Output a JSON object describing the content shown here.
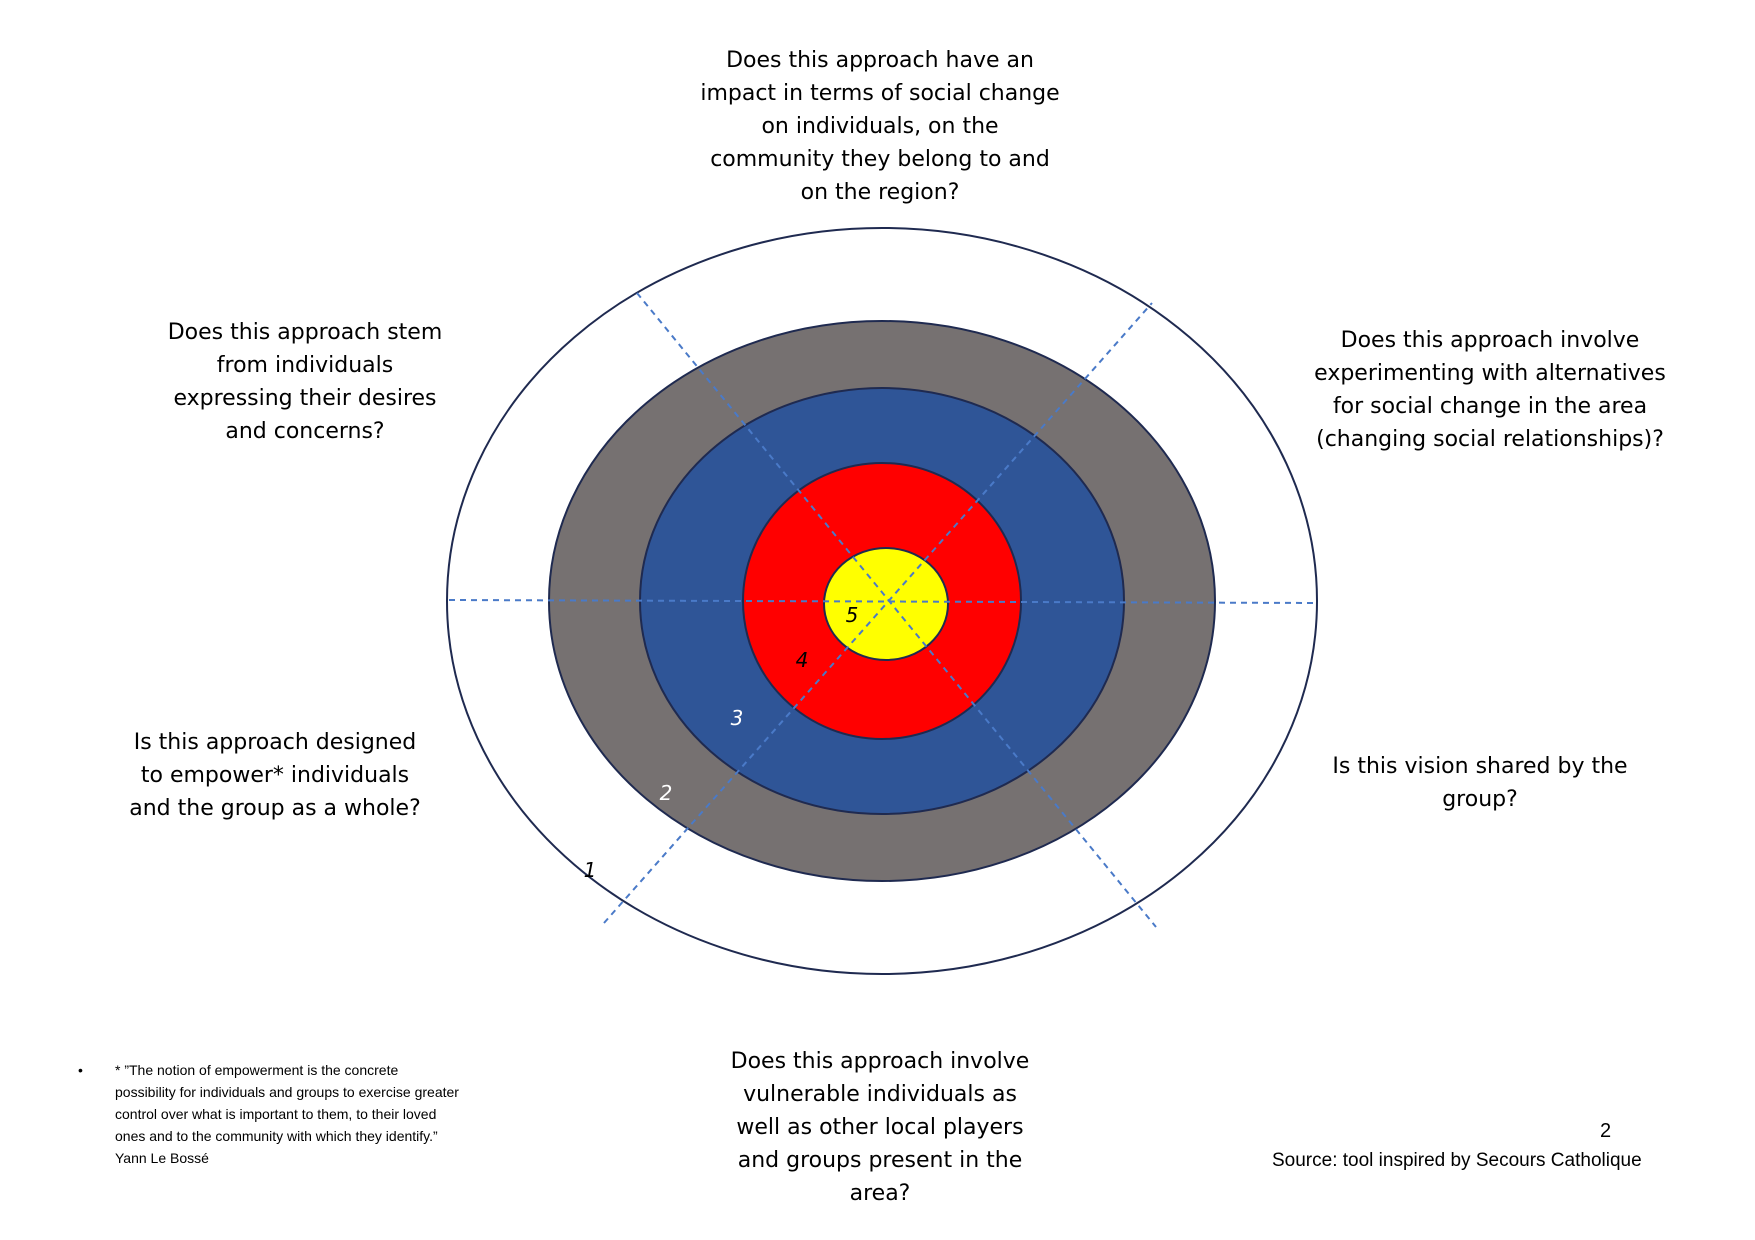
{
  "questions": {
    "top": "Does this approach have an\nimpact in terms of social change\non individuals, on the\ncommunity they belong to and\non the region?",
    "top_left": "Does this approach stem\nfrom individuals\nexpressing their desires\nand concerns?",
    "top_right": "Does this approach involve\nexperimenting with alternatives\nfor social change in the area\n(changing social relationships)?",
    "left": "Is this approach designed\nto empower* individuals\nand the group as a whole?",
    "right": "Is this vision shared by the\ngroup?",
    "bottom": "Does this approach involve\nvulnerable individuals as\nwell as other local players\nand groups present in the\narea?"
  },
  "rings": [
    {
      "label": "1",
      "color": "#ffffff",
      "label_color": "#000000"
    },
    {
      "label": "2",
      "color": "#767171",
      "label_color": "#ffffff"
    },
    {
      "label": "3",
      "color": "#2f5597",
      "label_color": "#ffffff"
    },
    {
      "label": "4",
      "color": "#ff0000",
      "label_color": "#000000"
    },
    {
      "label": "5",
      "color": "#ffff00",
      "label_color": "#000000"
    }
  ],
  "colors": {
    "ring_outline": "#1f2a50",
    "divider": "#4a7ac8"
  },
  "footnote": {
    "bullet": "•",
    "text": "* ”The notion of empowerment is the concrete\npossibility for individuals and groups to exercise greater\ncontrol over what is important to them, to their loved\nones and to the community with which they identify.”\nYann Le Bossé"
  },
  "page_number": "2",
  "source": "Source: tool inspired by Secours Catholique"
}
